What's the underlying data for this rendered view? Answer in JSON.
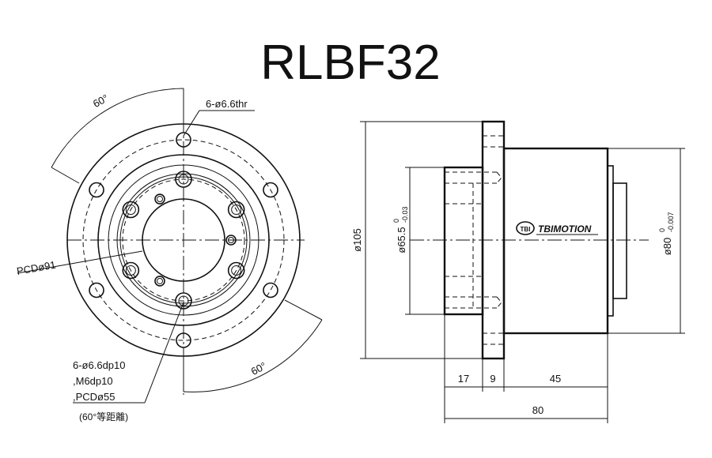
{
  "title": "RLBF32",
  "front_view": {
    "angle_top": "60°",
    "angle_bottom": "60°",
    "thru_holes": "6-ø6.6thr",
    "pcd_outer": "PCDø91",
    "inner_holes_line1": "6-ø6.6dp10",
    "inner_holes_line2": ",M6dp10",
    "inner_holes_line3": ",PCDø55",
    "inner_holes_note": "(60°等距離)"
  },
  "side_view": {
    "dia_flange": "ø105",
    "dia_pilot": "ø65.5",
    "dia_pilot_tol_upper": "0",
    "dia_pilot_tol_lower": "-0.03",
    "dia_body": "ø80",
    "dia_body_tol_upper": "0",
    "dia_body_tol_lower": "-0.007",
    "len_pilot": "17",
    "len_flange": "9",
    "len_body": "45",
    "len_total": "80",
    "logo_text": "TBIMOTION",
    "logo_mark": "TBI"
  }
}
